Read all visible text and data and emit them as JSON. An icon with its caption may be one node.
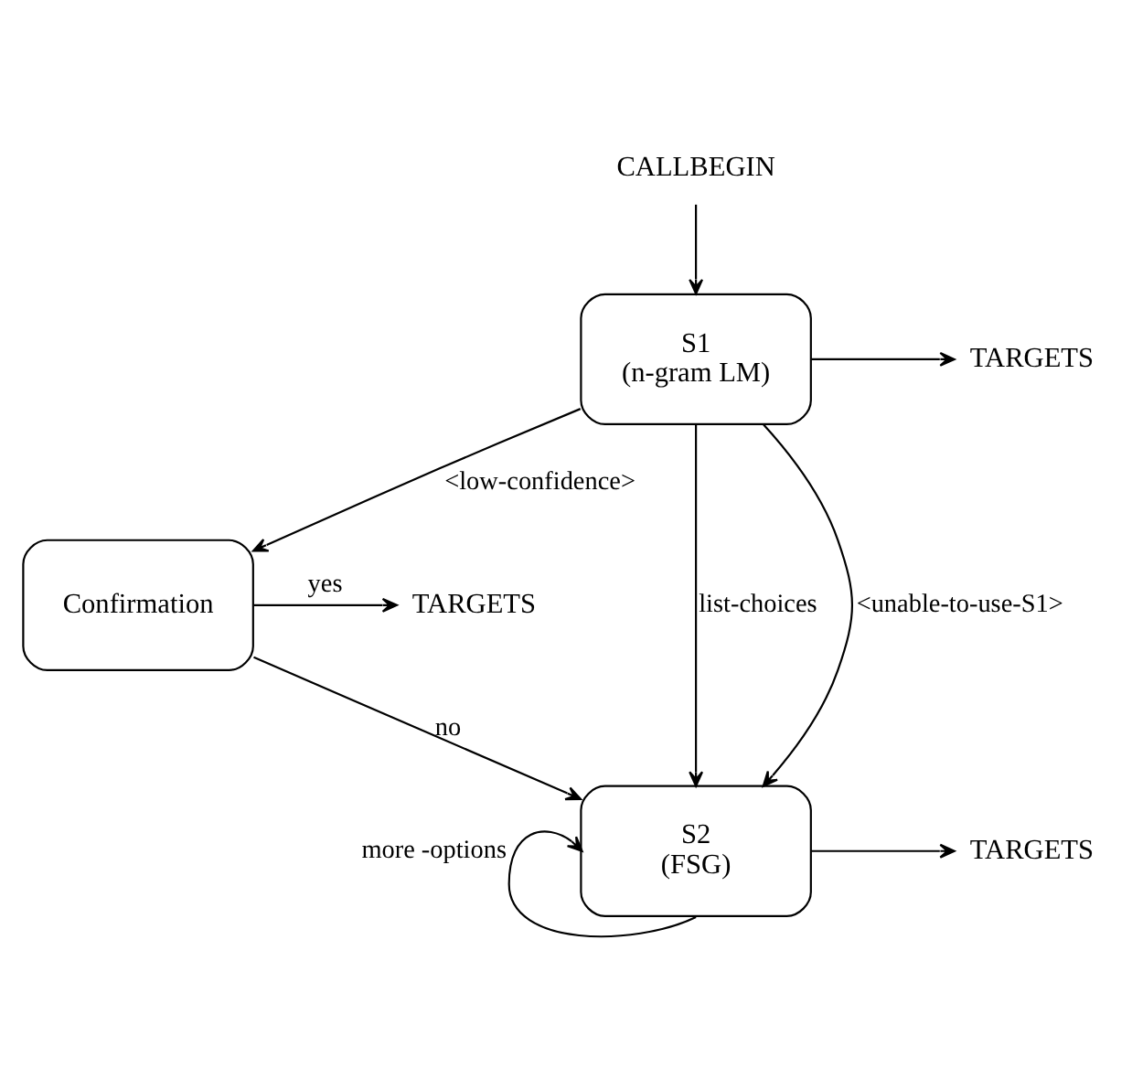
{
  "diagram": {
    "nodes": [
      {
        "text": [
          "CALLBEGIN"
        ]
      },
      {
        "text": [
          "S1",
          "(n-gram LM)"
        ]
      },
      {
        "text": [
          "TARGETS"
        ]
      },
      {
        "text": [
          "Confirmation"
        ]
      },
      {
        "text": [
          "TARGETS"
        ]
      },
      {
        "text": [
          "S2",
          "(FSG)"
        ]
      },
      {
        "text": [
          "TARGETS"
        ]
      }
    ],
    "edges": [
      {
        "from": 0,
        "to": 1,
        "arrow": "to"
      },
      {
        "from": 1,
        "to": 2,
        "arrow": "to"
      },
      {
        "from": 1,
        "to": 3,
        "arrow": "to",
        "label": "<low-confidence>"
      },
      {
        "from": 3,
        "to": 4,
        "arrow": "to",
        "label": "yes"
      },
      {
        "from": 1,
        "to": 5,
        "arrow": "to",
        "label": "list-choices"
      },
      {
        "from": 1,
        "to": 5,
        "arrow": "to",
        "label": "<unable-to-use-S1>"
      },
      {
        "from": 3,
        "to": 5,
        "arrow": "to",
        "label": "no"
      },
      {
        "from": 5,
        "to": 6,
        "arrow": "to"
      },
      {
        "from": 5,
        "to": 5,
        "arrow": "to",
        "label": "more -options"
      }
    ]
  }
}
